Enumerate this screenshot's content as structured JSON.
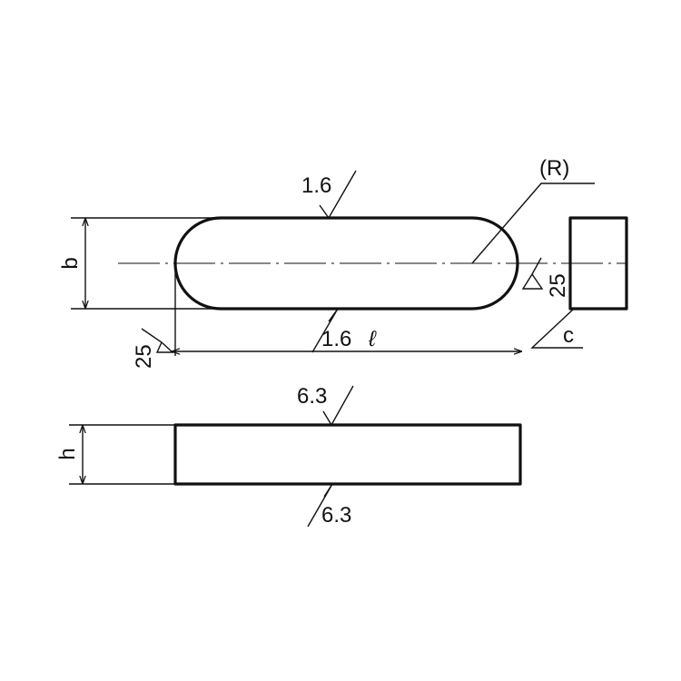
{
  "labels": {
    "width_dim": "b",
    "height_dim": "h",
    "radius_note": "(R)",
    "chamfer_dim": "c"
  },
  "surface_finish": {
    "top_face": "1.6",
    "bottom_face": "1.6",
    "length_unit_symbol": "ℓ",
    "end_face_left": "25",
    "end_face_right": "25",
    "side_top": "6.3",
    "side_bottom": "6.3"
  },
  "colors": {
    "line": "#111111",
    "background": "#ffffff"
  }
}
